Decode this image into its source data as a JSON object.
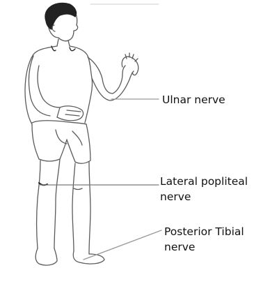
{
  "diagram": {
    "labels": {
      "ulnar": "Ulnar nerve",
      "lateral_popliteal_line1": "Lateral popliteal",
      "lateral_popliteal_line2": "nerve",
      "posterior_tibial_line1": "Posterior Tibial",
      "posterior_tibial_line2": "nerve"
    }
  }
}
